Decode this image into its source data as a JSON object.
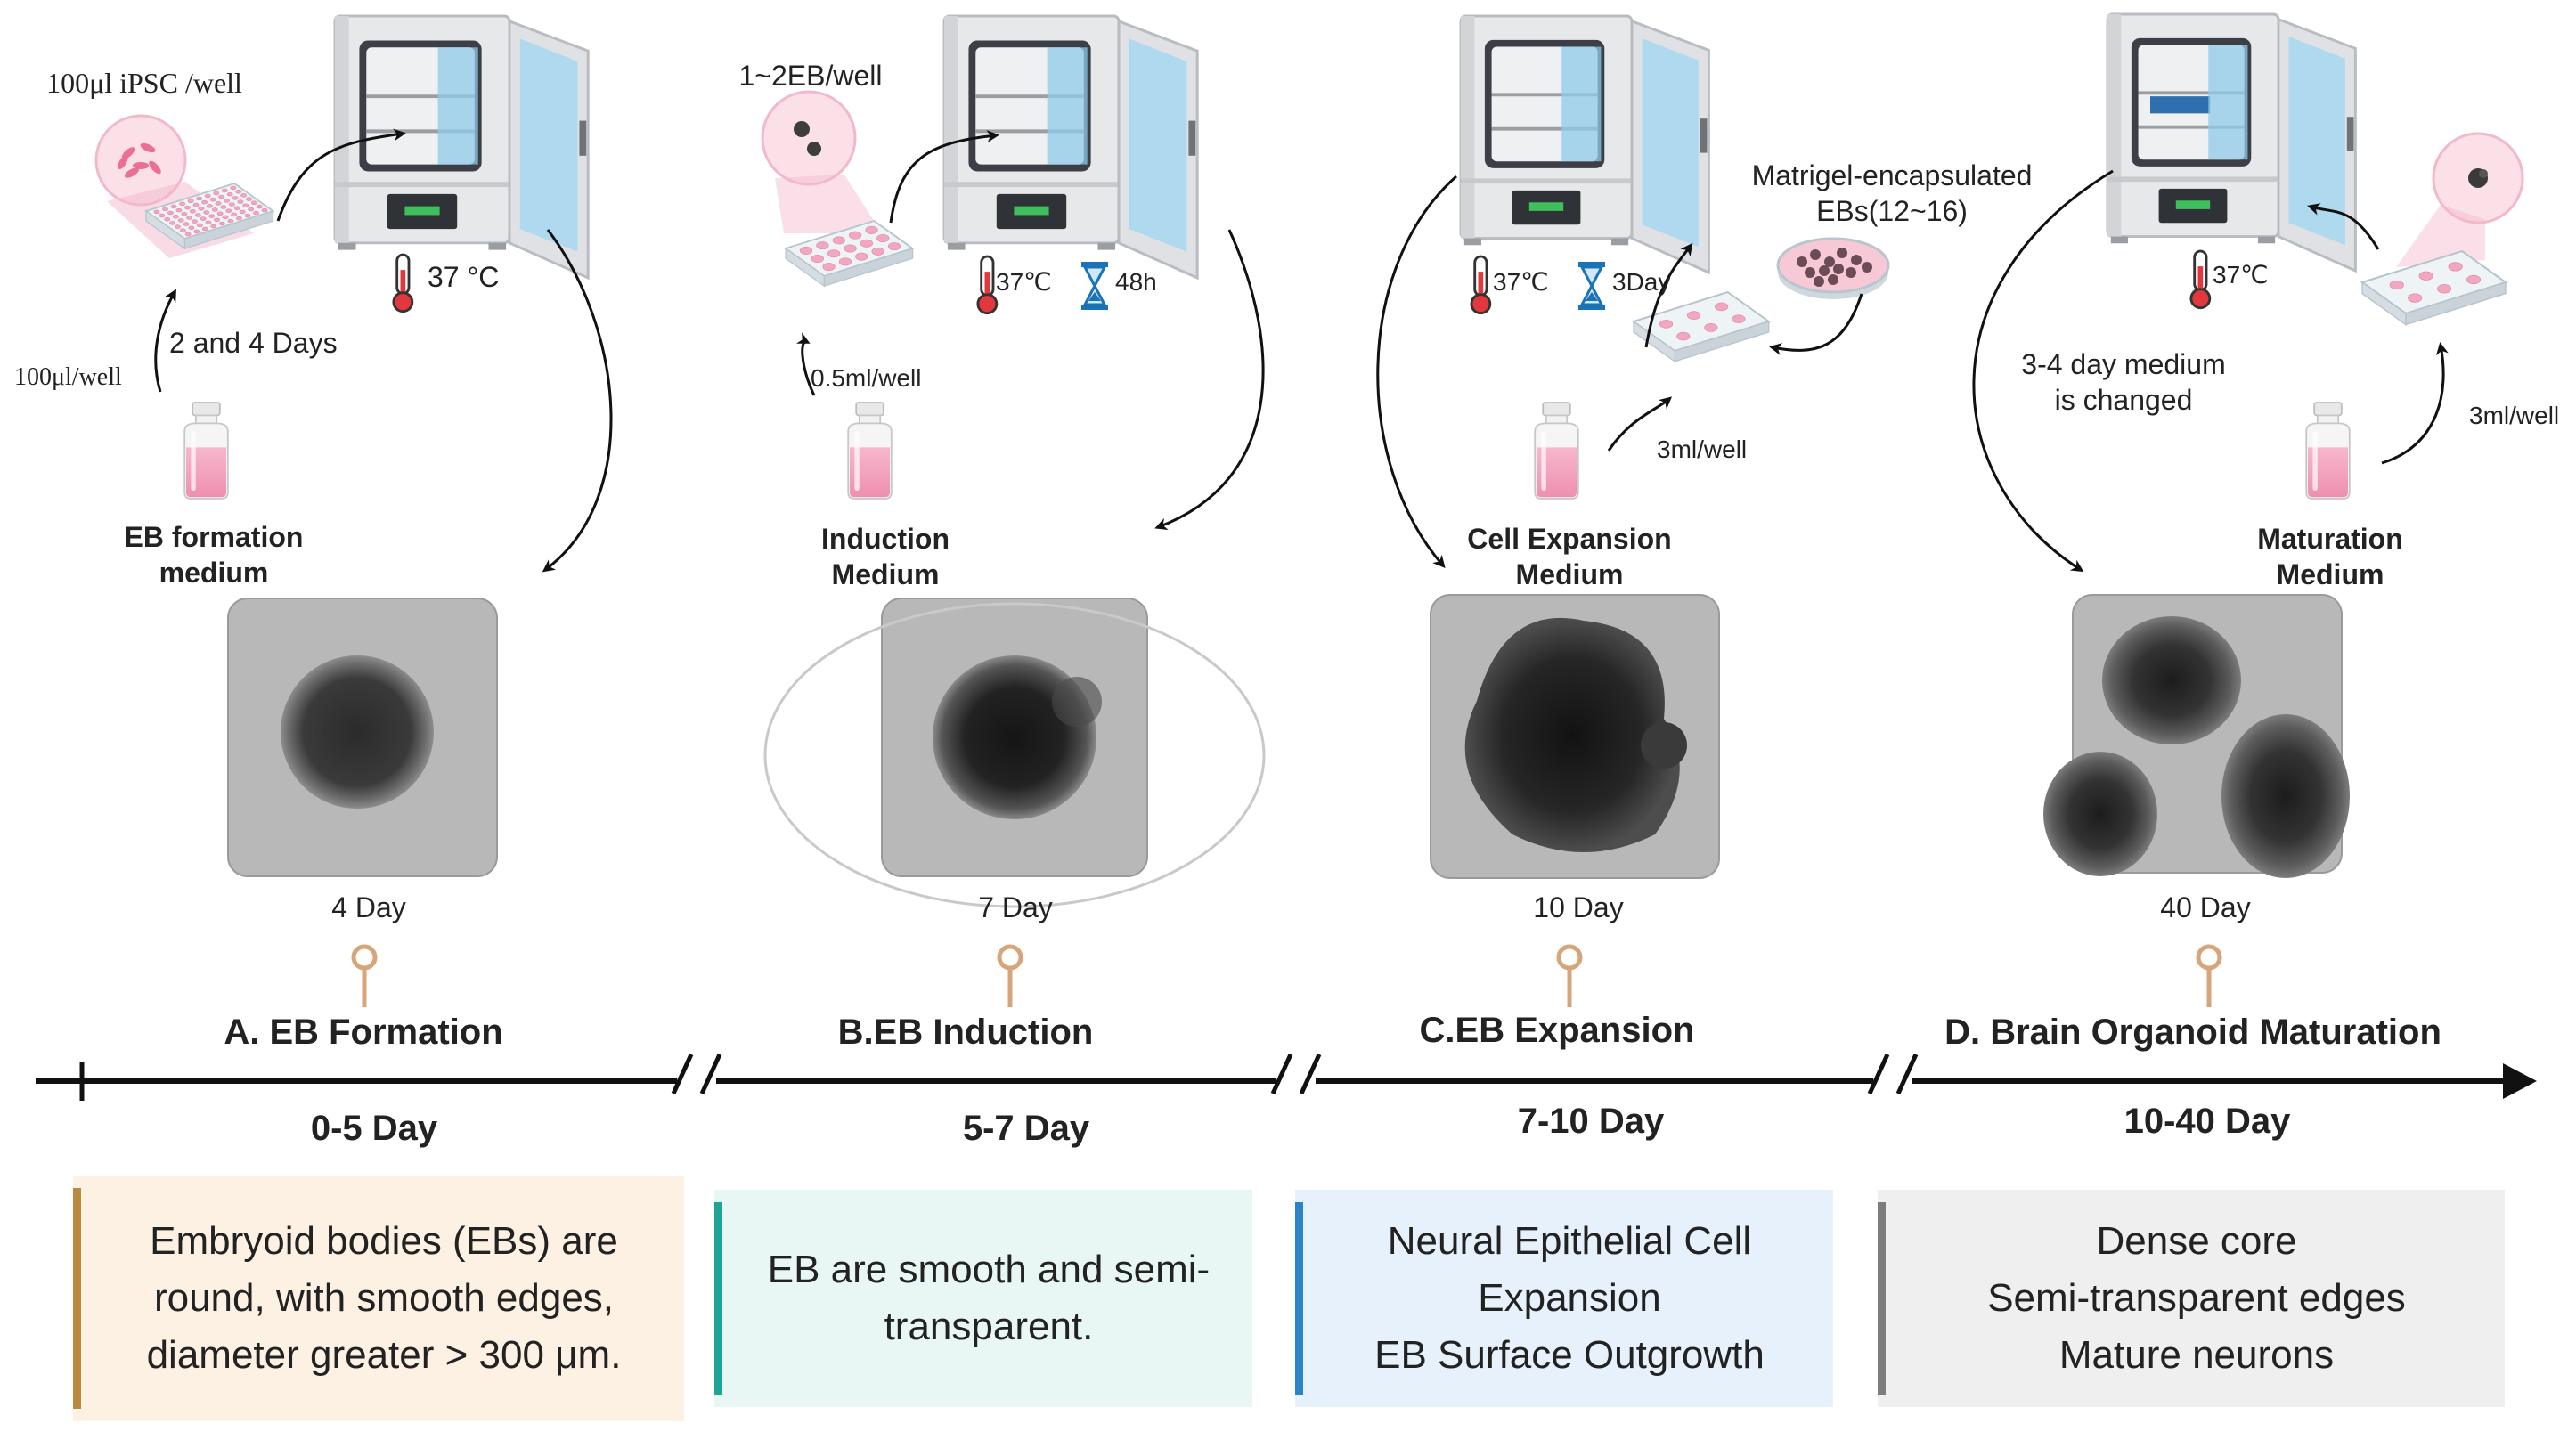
{
  "stages": [
    {
      "id": "A",
      "incubator_temp": "37 °C",
      "plate_label": "100μl iPSC /well",
      "feed_label": "100μl/well",
      "interval_label": "2 and 4 Days",
      "medium": "EB formation\nmedium",
      "day_label": "4 Day",
      "phase_title": "A. EB Formation",
      "range": "0-5 Day",
      "description": "Embryoid bodies (EBs) are\nround, with smooth edges,\ndiameter greater > 300 μm.",
      "colors": {
        "bar": "#b98a3e",
        "box": "#fdf1e4"
      }
    },
    {
      "id": "B",
      "plate_label": "1~2EB/well",
      "incubator_temp": "37℃",
      "incubator_time": "48h",
      "feed_label": "0.5ml/well",
      "medium": "Induction\nMedium",
      "day_label": "7 Day",
      "phase_title": "B.EB Induction",
      "range": "5-7 Day",
      "description": "EB are smooth and semi-\ntransparent.",
      "colors": {
        "bar": "#1fa596",
        "box": "#e9f7f4"
      }
    },
    {
      "id": "C",
      "incubator_temp": "37℃",
      "incubator_time": "3Day",
      "dish_label": "Matrigel-encapsulated\nEBs(12~16)",
      "feed_label": "3ml/well",
      "medium": "Cell Expansion\nMedium",
      "day_label": "10 Day",
      "phase_title": "C.EB Expansion",
      "range": "7-10 Day",
      "description": "Neural Epithelial Cell\nExpansion\nEB Surface Outgrowth",
      "colors": {
        "bar": "#2a84c9",
        "box": "#e7f1fb"
      }
    },
    {
      "id": "D",
      "incubator_temp": "37℃",
      "note": "3-4 day medium\nis changed",
      "feed_label": "3ml/well",
      "medium": "Maturation\nMedium",
      "day_label": "40 Day",
      "phase_title": "D. Brain Organoid Maturation",
      "range": "10-40 Day",
      "description": "Dense core\nSemi-transparent edges\nMature neurons",
      "colors": {
        "bar": "#7d7d7d",
        "box": "#efefef"
      }
    }
  ],
  "icons": [
    "incubator-icon",
    "well-plate-icon",
    "thermometer-icon",
    "hourglass-icon",
    "medium-bottle-icon",
    "petri-dish-icon",
    "microscope-image",
    "timeline-pin-icon",
    "axis-break-icon"
  ],
  "colors": {
    "axis": "#111111",
    "pin": "#d8a57a",
    "pink": "#f4a8c0",
    "glass": "#a9d8ef"
  }
}
